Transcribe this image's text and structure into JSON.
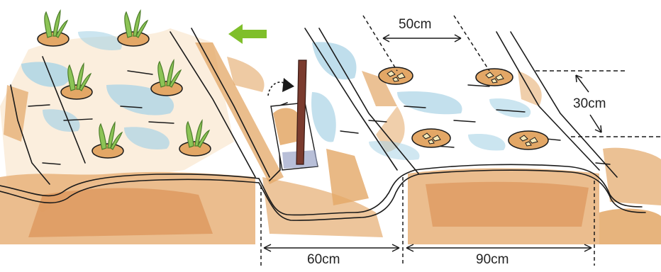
{
  "labels": {
    "spacing_between_rows": "50cm",
    "depth": "30cm",
    "furrow_width": "60cm",
    "bed_width": "90cm"
  },
  "colors": {
    "soil": "#e3a766",
    "soil_dark": "#c8733a",
    "water": "#a9d3e6",
    "leaf": "#8cc456",
    "leaf_dark": "#4d7d2b",
    "arrow": "#7fbf2a",
    "stake": "#7a3b2e",
    "seed_potato": "#f6e9b8",
    "ink": "#1a1a1a"
  },
  "icons": {
    "direction_arrow": "green-left-arrow-icon",
    "move_arrow": "black-curved-arrow-icon",
    "seedling": "sprouting-plant-icon",
    "seed_pieces": "seed-potato-pieces-icon"
  }
}
